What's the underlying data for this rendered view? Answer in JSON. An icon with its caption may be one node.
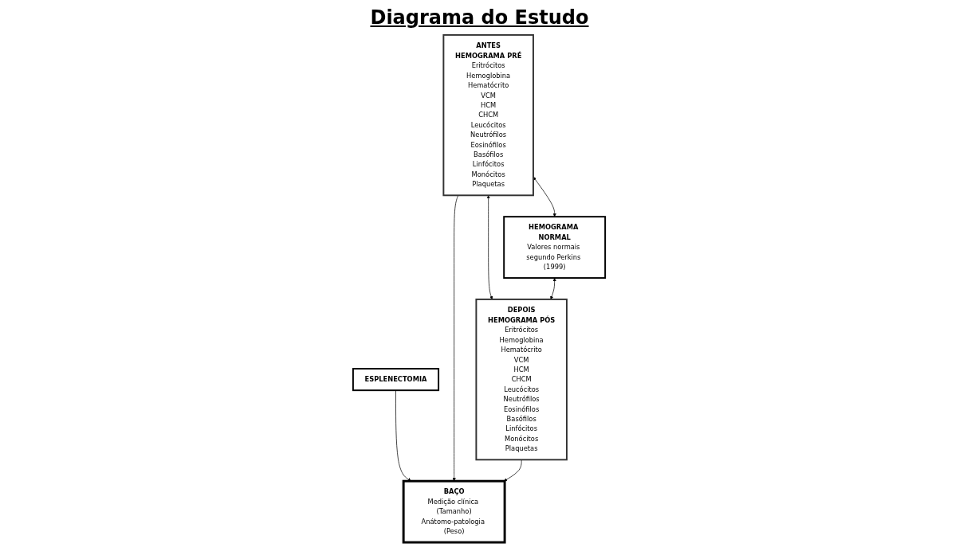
{
  "diagram": {
    "title": "Diagrama do Estudo",
    "nodes": [
      {
        "text": [
          "ANTES",
          "HEMOGRAMA PRÉ",
          "Eritrócitos",
          "Hemoglobina",
          "Hematócrito",
          "VCM",
          "HCM",
          "CHCM",
          "Leucócitos",
          "Neutrófilos",
          "Eosinófilos",
          "Basófilos",
          "Linfócitos",
          "Monócitos",
          "Plaquetas"
        ]
      },
      {
        "text": [
          "ESPLENECTOMIA"
        ]
      },
      {
        "text": [
          "DEPOIS",
          "HEMOGRAMA PÓS",
          "Eritrócitos",
          "Hemoglobina",
          "Hematócrito",
          "VCM",
          "HCM",
          "CHCM",
          "Leucócitos",
          "Neutrófilos",
          "Eosinófilos",
          "Basófilos",
          "Linfócitos",
          "Monócitos",
          "Plaquetas"
        ]
      },
      {
        "text": [
          "BAÇO",
          "Medição clínica (Tamanho)",
          "Anátomo-patologia (Peso)"
        ]
      },
      {
        "text": [
          "HEMOGRAMA NORMAL",
          "Valores normais segundo Perkins (1999)"
        ]
      }
    ],
    "edges": [
      {
        "from": 1,
        "to": 3,
        "arrow": "to"
      },
      {
        "from": 0,
        "to": 3,
        "arrow": "to"
      },
      {
        "from": 2,
        "to": 3,
        "arrow": "to"
      },
      {
        "from": 0,
        "to": 2,
        "arrow": "both"
      },
      {
        "from": 0,
        "to": 4,
        "arrow": "both"
      },
      {
        "from": 4,
        "to": 2,
        "arrow": "both"
      }
    ]
  }
}
